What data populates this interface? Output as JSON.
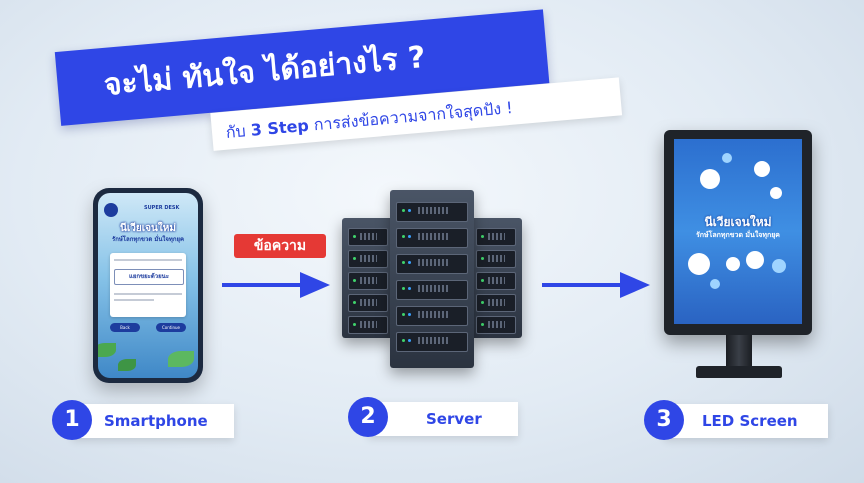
{
  "title": {
    "main": "จะไม่ ทันใจ ได้อย่างไร ?",
    "sub_prefix": "กับ ",
    "sub_bold": "3 Step",
    "sub_suffix": " การส่งข้อความจากใจสุดปัง !"
  },
  "arrow_label": "ข้อความ",
  "phone": {
    "brand": "SUPER DESK",
    "headline": "นีเวียเจนใหม่",
    "subhead": "รักษ์โลกทุกขวด มั่นใจทุกยุค",
    "message": "แยกขยะด้วยนะ",
    "back_button": "Back",
    "continue_button": "Continue"
  },
  "led": {
    "headline": "นีเวียเจนใหม่",
    "subhead": "รักษ์โลกทุกขวด มั่นใจทุกยุค"
  },
  "steps": [
    {
      "number": "1",
      "label": "Smartphone"
    },
    {
      "number": "2",
      "label": "Server"
    },
    {
      "number": "3",
      "label": "LED Screen"
    }
  ],
  "colors": {
    "accent": "#2f46e6",
    "badge": "#e53935",
    "arrow": "#2f46e6"
  }
}
